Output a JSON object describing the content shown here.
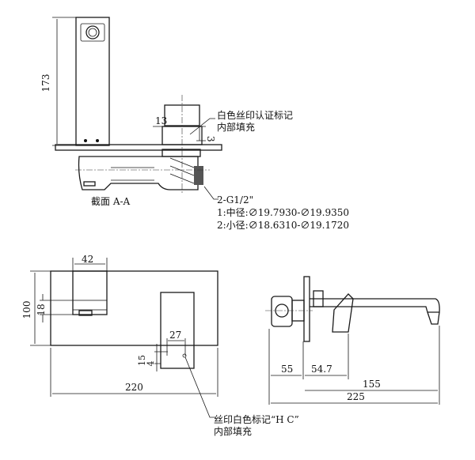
{
  "section_view": {
    "dim_height": "173",
    "dim_13": "13",
    "dim_3": "3",
    "note_line1": "白色丝印认证标记",
    "note_line2": "内部填充",
    "caption": "截面  A-A",
    "thread_title": "2-G1/2\"",
    "thread_line1": "1:中径:∅19.7930-∅19.9350",
    "thread_line2": "2:小径:∅18.6310-∅19.1720"
  },
  "front_view": {
    "dim_42": "42",
    "dim_100": "100",
    "dim_18": "18",
    "dim_15": "15",
    "dim_4": "4",
    "dim_27": "27",
    "dim_220": "220",
    "note_line1": "丝印白色标记“H C”",
    "note_line2": "内部填充"
  },
  "side_view": {
    "dim_55": "55",
    "dim_54_7": "54.7",
    "dim_155": "155",
    "dim_225": "225"
  }
}
